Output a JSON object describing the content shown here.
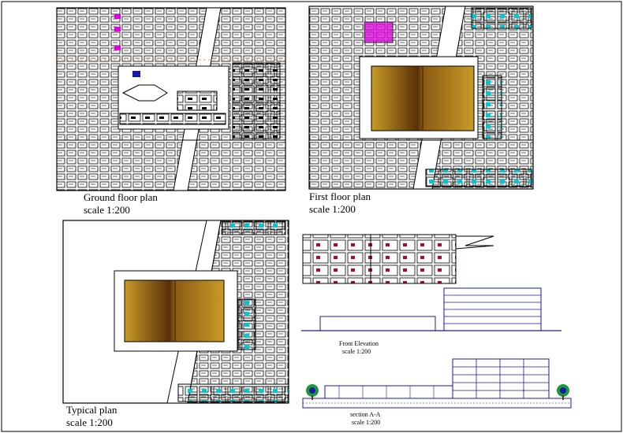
{
  "drawings": {
    "ground_floor": {
      "title": "Ground floor plan",
      "scale": "scale    1:200"
    },
    "first_floor": {
      "title": "First  floor plan",
      "scale": "scale    1:200"
    },
    "typical": {
      "title": "Typical   plan",
      "scale": "scale     1:200"
    },
    "front_elevation": {
      "title": "Front Elevation",
      "scale": "scale    1:200"
    },
    "section": {
      "title": "section A-A",
      "scale": "scale    1:200"
    }
  },
  "colors": {
    "line": "#000000",
    "elevation_blue": "#1a1aa8",
    "hatch_red": "#c4002a",
    "roof_brown_dark": "#4e2a06",
    "roof_brown_light": "#c89b28",
    "furniture_cyan": "#00c8d2",
    "highlight_magenta": "#e000e0",
    "dimension_orange": "#d08a2a"
  }
}
